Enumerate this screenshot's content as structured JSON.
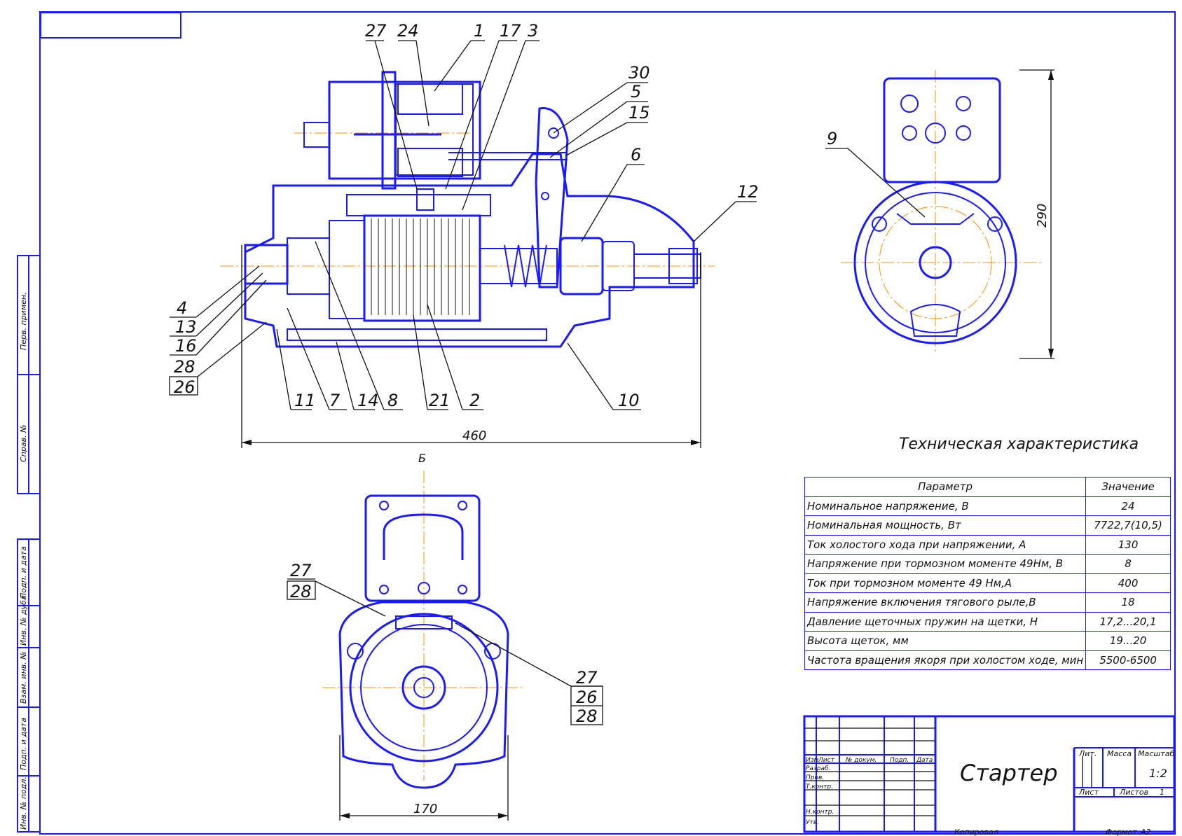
{
  "drawing": {
    "title": "Стартер",
    "format_label": "Формат",
    "format_value": "А2",
    "copied_label": "Копировал",
    "scale_value": "1:2",
    "sheets_label": "Листов",
    "sheets_value": "1",
    "sheet_label": "Лист"
  },
  "views": {
    "section_label": "Б",
    "dim_length": "460",
    "dim_height": "290",
    "dim_width": "170"
  },
  "callouts": {
    "top": [
      "27",
      "24",
      "1",
      "17",
      "3"
    ],
    "right": [
      "30",
      "5",
      "15",
      "6",
      "12"
    ],
    "left": [
      "4",
      "13",
      "16",
      "28",
      "26"
    ],
    "bottom": [
      "11",
      "7",
      "14",
      "8",
      "21",
      "2",
      "10"
    ],
    "side": "9",
    "front_left_top": "27",
    "front_left_bottom": "28",
    "front_right": [
      "27",
      "26",
      "28"
    ]
  },
  "spec": {
    "title": "Техническая характеристика",
    "header_param": "Параметр",
    "header_value": "Значение",
    "rows": [
      {
        "param": "Номинальное напряжение, В",
        "value": "24"
      },
      {
        "param": "Номинальная мощность, Вт",
        "value": "7722,7(10,5)"
      },
      {
        "param": "Ток холостого хода при напряжении, А",
        "value": "130"
      },
      {
        "param": "Напряжение при тормозном моменте 49Нм, В",
        "value": "8"
      },
      {
        "param": "Ток при тормозном моменте 49 Нм,А",
        "value": "400"
      },
      {
        "param": "Напряжение включения тягового рыле,В",
        "value": "18"
      },
      {
        "param": "Давление щеточных пружин на щетки, Н",
        "value": "17,2...20,1"
      },
      {
        "param": "Высота щеток, мм",
        "value": "19...20"
      },
      {
        "param": "Частота вращения якоря при холостом ходе, мин",
        "value": "5500-6500"
      }
    ]
  },
  "title_block": {
    "col_izm": "Изм",
    "col_list": "Лист",
    "col_doc": "№ докум.",
    "col_sign": "Подп.",
    "col_date": "Дата",
    "row_razrab": "Разраб.",
    "row_prov": "Пров.",
    "row_tkontr": "Т.контр.",
    "row_nkontr": "Н.контр.",
    "row_utv": "Утв.",
    "lit": "Лит.",
    "mass": "Масса",
    "scale": "Масштаб"
  },
  "side_strip": {
    "perv_primen": "Перв. примен.",
    "sprav": "Справ. №",
    "podp_data_1": "Подп. и дата",
    "inv_dubl": "Инв. № дубл.",
    "vzam_inv": "Взам. инв. №",
    "podp_data_2": "Подп. и дата",
    "inv_podl": "Инв. № подл."
  },
  "colors": {
    "line": "#1a1aff",
    "axis": "#ff8c00",
    "text": "#111111"
  }
}
